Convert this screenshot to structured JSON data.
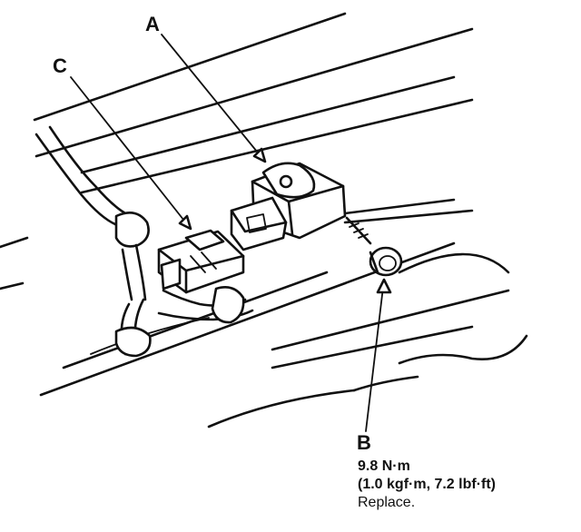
{
  "callouts": {
    "a": {
      "letter": "A"
    },
    "b": {
      "letter": "B",
      "torque_nm": "9.8 N·m",
      "torque_alt": "(1.0 kgf·m, 7.2 lbf·ft)",
      "note": "Replace."
    },
    "c": {
      "letter": "C"
    }
  },
  "colors": {
    "ink": "#111111",
    "paper": "#ffffff"
  }
}
